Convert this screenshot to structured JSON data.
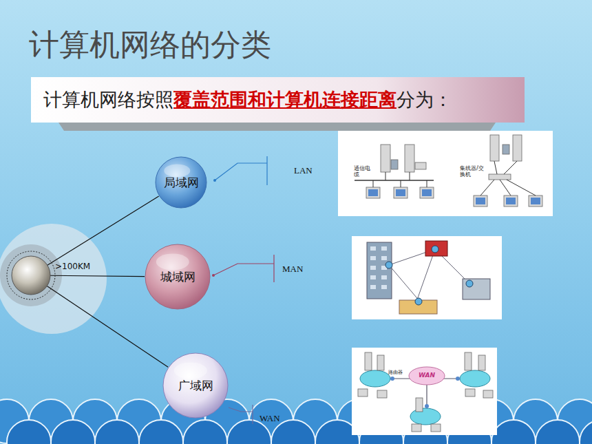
{
  "diagram": {
    "title": "计算机网络的分类",
    "nodes": [
      {
        "text": [
          "计算机网络按照",
          "覆盖范围和计算机连接距离",
          "分为："
        ]
      },
      {
        "text": [
          ">100KM"
        ]
      },
      {
        "text": [
          "局域网"
        ]
      },
      {
        "text": [
          "城域网"
        ]
      },
      {
        "text": [
          "广域网"
        ]
      }
    ],
    "edges": [
      {
        "from": 1,
        "to": 2,
        "arrow": "none"
      },
      {
        "from": 1,
        "to": 3,
        "arrow": "none"
      },
      {
        "from": 1,
        "to": 4,
        "arrow": "none"
      }
    ],
    "labels": [
      "LAN",
      "MAN",
      "WAN",
      "通信电缆",
      "集线器/交换机",
      "路由器",
      "WAN"
    ]
  }
}
